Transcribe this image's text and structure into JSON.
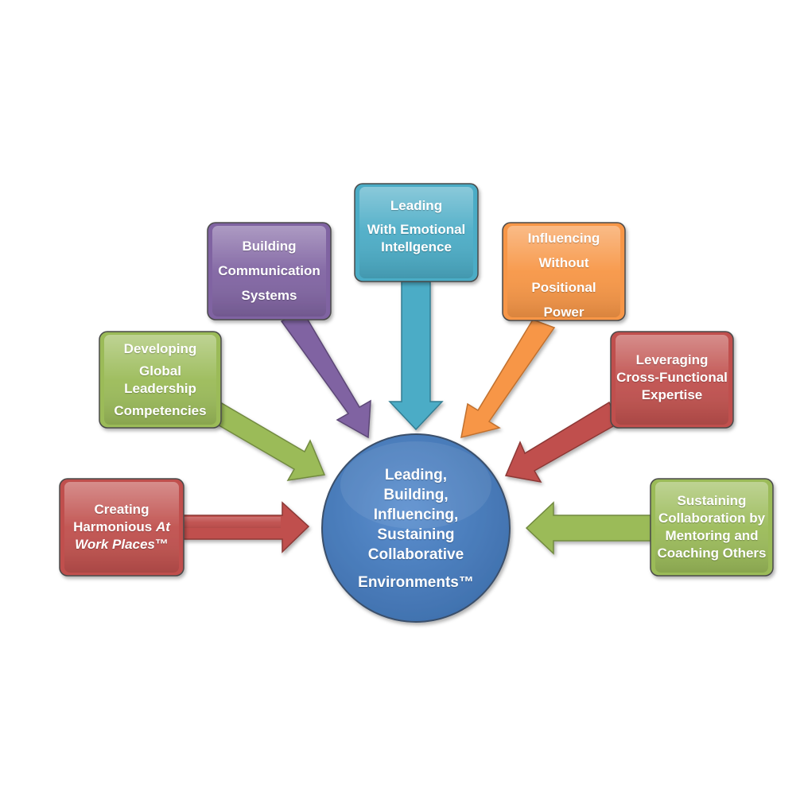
{
  "colors": {
    "red": "#c0504d",
    "green": "#9bbb59",
    "purple": "#8064a2",
    "teal": "#4bacc6",
    "orange": "#f79646",
    "blue": "#4f81bd"
  },
  "center": {
    "lines": [
      "Leading,",
      "Building,",
      "Influencing,",
      "Sustaining",
      "Collaborative",
      "Environments™"
    ]
  },
  "nodes": {
    "creating": {
      "line1": "Creating",
      "line2_normal": "Harmonious ",
      "line2_italic": "At",
      "line3_italic": "Work  Places",
      "line3_mark": "™"
    },
    "developing": {
      "lines": [
        "Developing",
        "Global",
        "Leadership",
        "Competencies"
      ]
    },
    "building": {
      "lines": [
        "Building",
        "Communication",
        "Systems"
      ]
    },
    "leading_ei": {
      "lines": [
        "Leading",
        "With Emotional",
        "Intellgence"
      ]
    },
    "influencing": {
      "lines": [
        "Influencing",
        "Without",
        "Positional",
        "Power"
      ]
    },
    "leveraging": {
      "lines": [
        "Leveraging",
        "Cross-Functional",
        "Expertise"
      ]
    },
    "sustaining": {
      "lines": [
        "Sustaining",
        "Collaboration by",
        "Mentoring and",
        "Coaching Others"
      ]
    }
  }
}
